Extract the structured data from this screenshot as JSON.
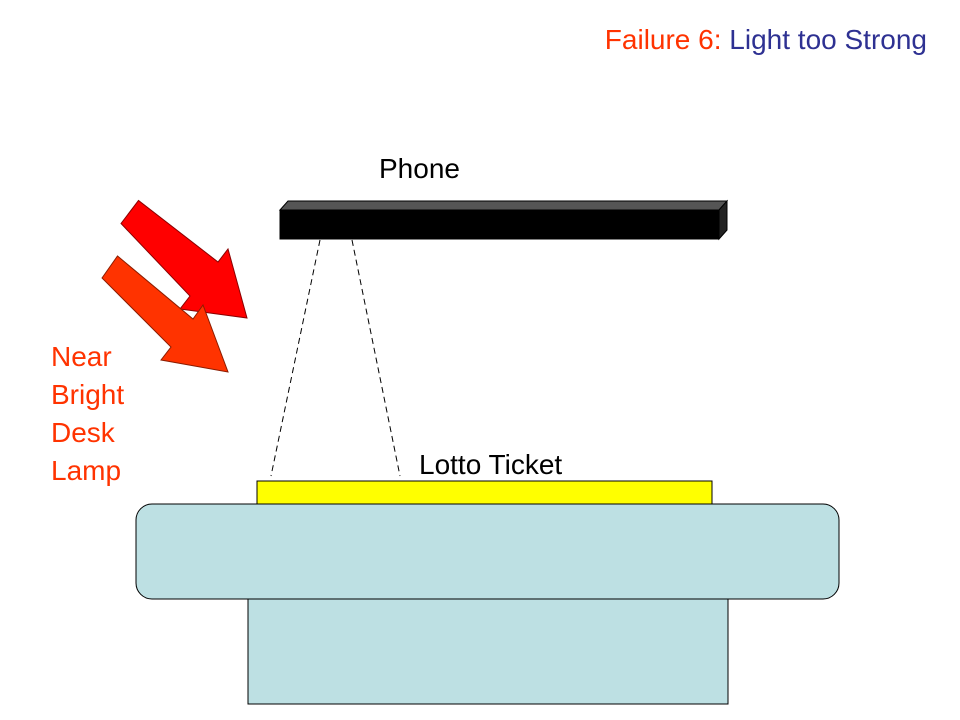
{
  "title": {
    "prefix": "Failure 6",
    "separator": ":",
    "text": " Light too Strong"
  },
  "labels": {
    "phone": "Phone",
    "ticket": "Lotto Ticket",
    "lamp": [
      "Near",
      "Bright",
      "Desk",
      "Lamp"
    ]
  },
  "colors": {
    "title_accent": "#ff3300",
    "title_main": "#2e3192",
    "phone": "#000000",
    "ticket": "#ffff00",
    "desk": "#bde0e3",
    "arrow_back": "#ff0000",
    "arrow_front": "#ff3300"
  }
}
